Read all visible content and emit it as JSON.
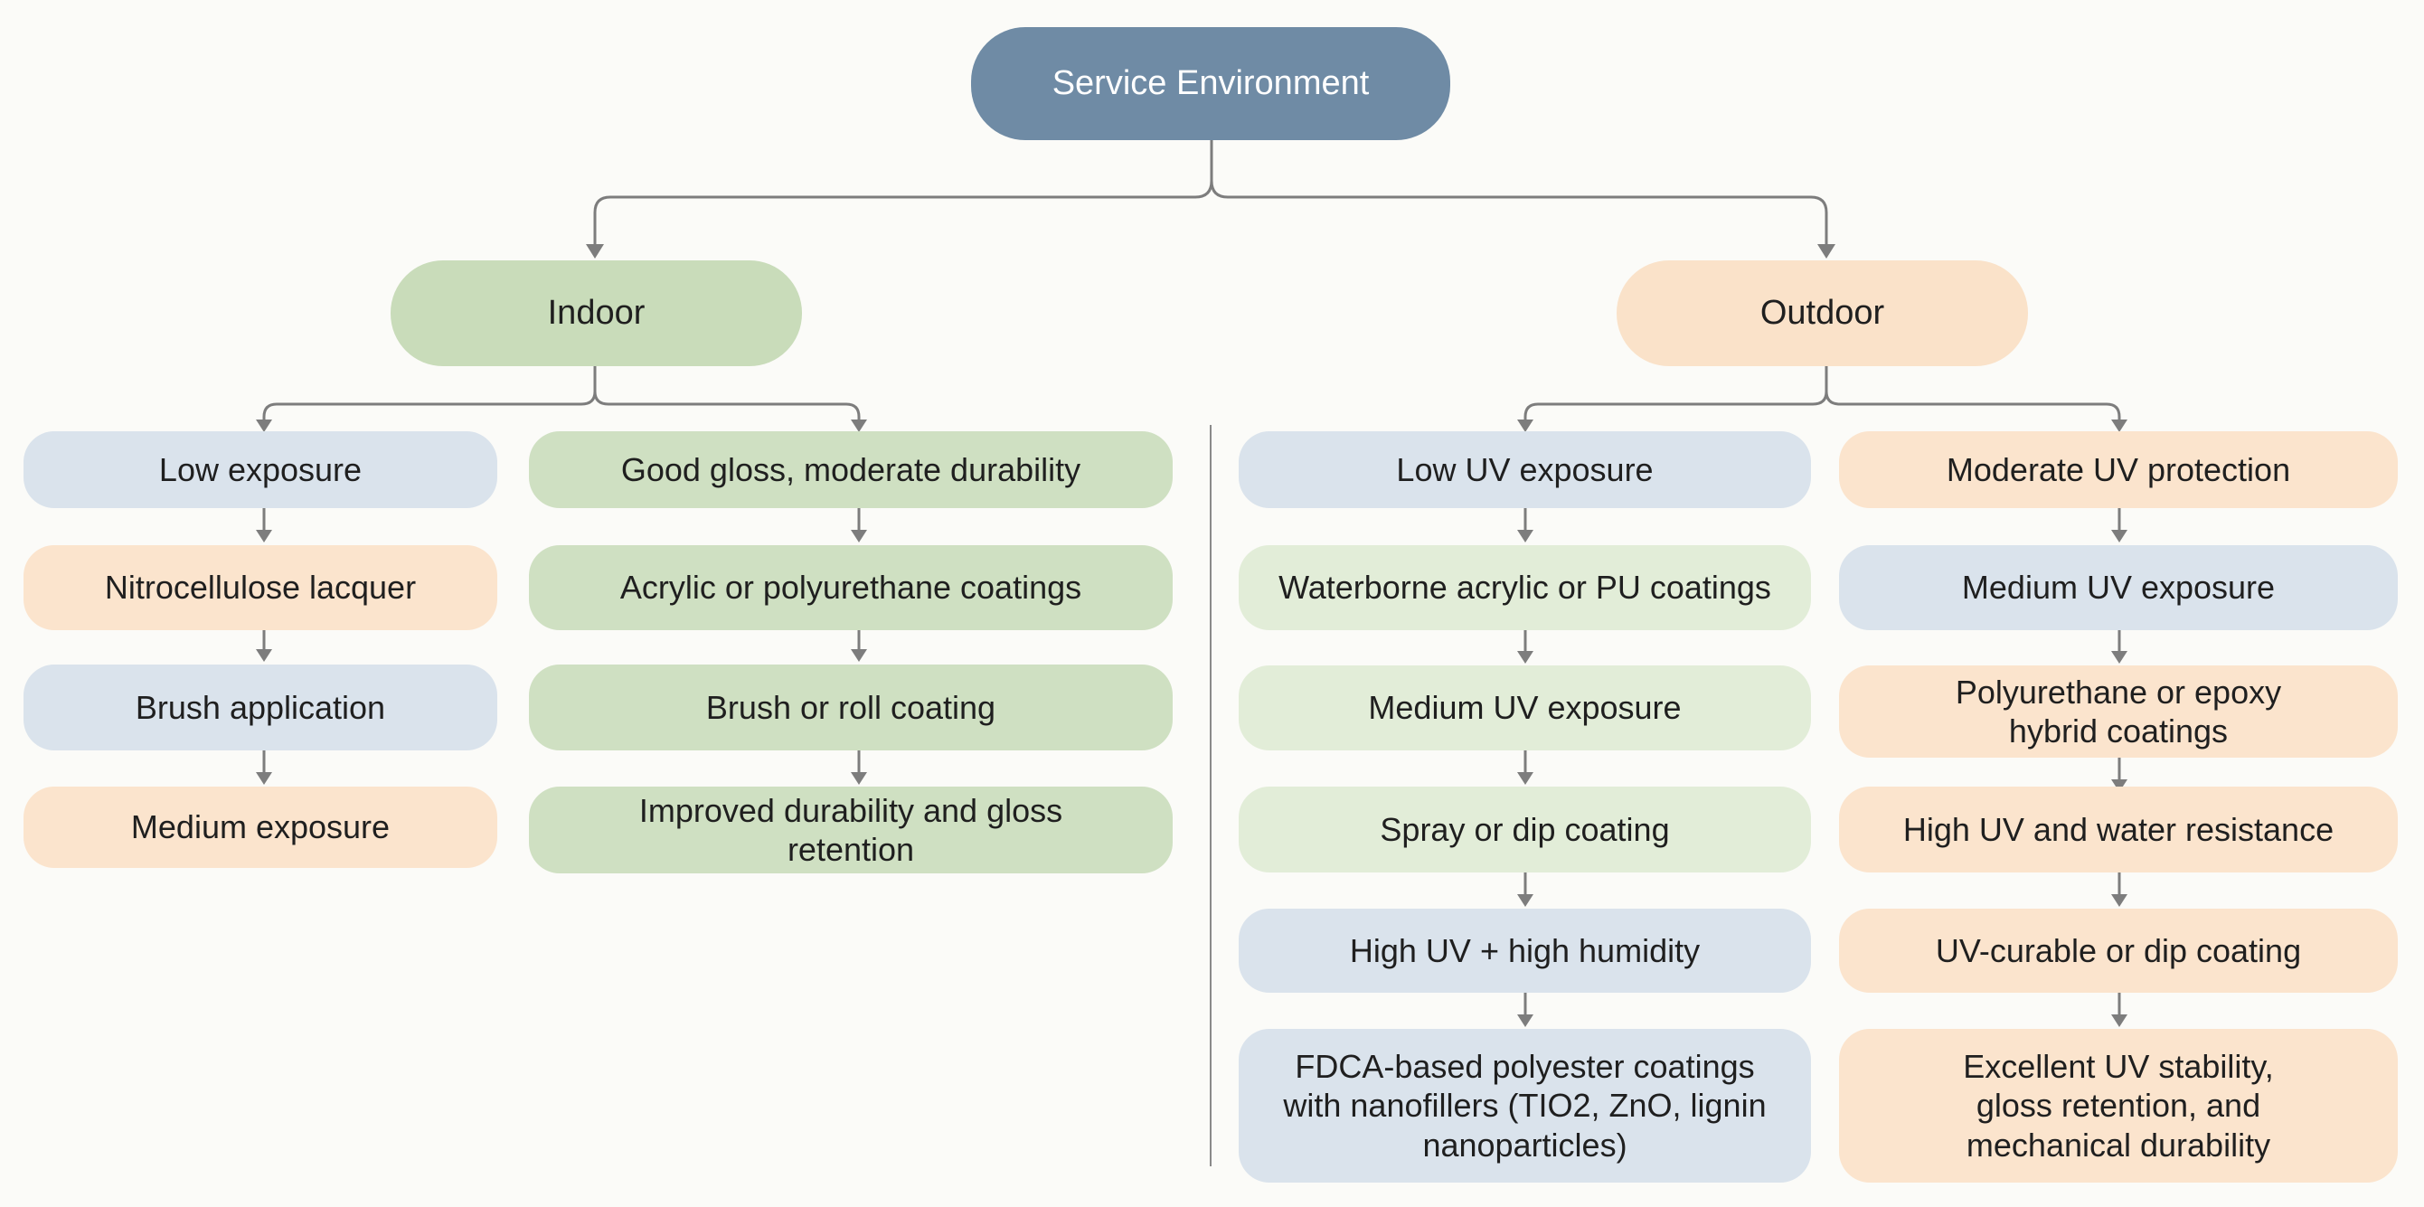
{
  "root": "Service Environment",
  "branches": {
    "indoor": "Indoor",
    "outdoor": "Outdoor"
  },
  "indoor_low": [
    "Low exposure",
    "Nitrocellulose lacquer",
    "Brush application",
    "Medium exposure"
  ],
  "indoor_gloss": [
    "Good gloss, moderate durability",
    "Acrylic or polyurethane coatings",
    "Brush or roll coating",
    "Improved durability and gloss retention"
  ],
  "outdoor_low": [
    "Low UV exposure",
    "Waterborne acrylic or PU coatings",
    "Medium UV exposure",
    "Spray or dip coating",
    "High UV + high humidity",
    "FDCA-based polyester coatings with nanofillers (TIO2, ZnO, lignin nanoparticles)"
  ],
  "outdoor_moderate": [
    "Moderate UV protection",
    "Medium UV exposure",
    "Polyurethane or epoxy hybrid coatings",
    "High UV and water resistance",
    "UV-curable or dip coating",
    "Excellent UV stability, gloss retention, and mechanical durability"
  ],
  "colors": {
    "root": "#6f8ba5",
    "indoor": "#c9dcba",
    "outdoor": "#fae2c9",
    "blue": "#dae3ec",
    "peach": "#fbe4cd",
    "green": "#cfe0c2",
    "light_green": "#e2edd8",
    "connector": "#7d7d7d"
  }
}
